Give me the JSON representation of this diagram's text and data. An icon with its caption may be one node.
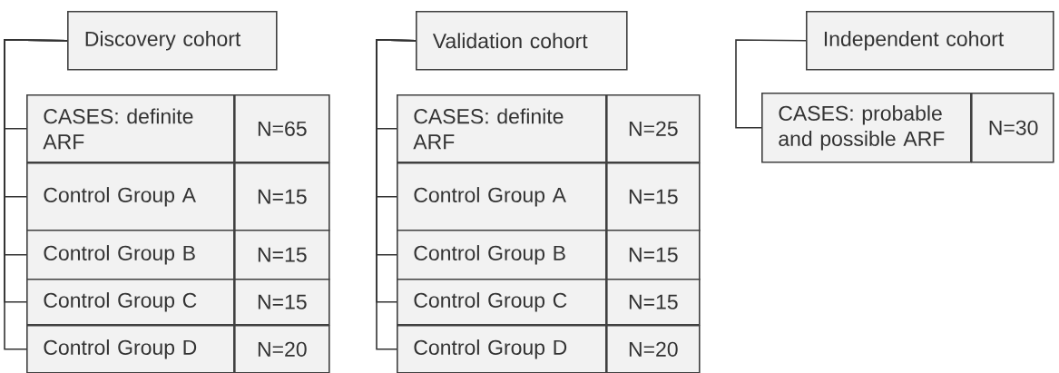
{
  "diagram": {
    "nodes": [
      {
        "text": [
          "Discovery cohort"
        ]
      },
      {
        "text": [
          "CASES: definite ARF"
        ]
      },
      {
        "text": [
          "N=65"
        ]
      },
      {
        "text": [
          "Control Group A"
        ]
      },
      {
        "text": [
          "N=15"
        ]
      },
      {
        "text": [
          "Control Group B"
        ]
      },
      {
        "text": [
          "N=15"
        ]
      },
      {
        "text": [
          "Control Group C"
        ]
      },
      {
        "text": [
          "N=15"
        ]
      },
      {
        "text": [
          "Control Group D"
        ]
      },
      {
        "text": [
          "N=20"
        ]
      },
      {
        "text": [
          "Validation cohort"
        ]
      },
      {
        "text": [
          "CASES: definite ARF"
        ]
      },
      {
        "text": [
          "N=25"
        ]
      },
      {
        "text": [
          "Control Group A"
        ]
      },
      {
        "text": [
          "N=15"
        ]
      },
      {
        "text": [
          "Control Group B"
        ]
      },
      {
        "text": [
          "N=15"
        ]
      },
      {
        "text": [
          "Control Group C"
        ]
      },
      {
        "text": [
          "N=15"
        ]
      },
      {
        "text": [
          "Control Group D"
        ]
      },
      {
        "text": [
          "N=20"
        ]
      },
      {
        "text": [
          "Independent cohort"
        ]
      },
      {
        "text": [
          "CASES: probable and possible ARF"
        ]
      },
      {
        "text": [
          "N=30"
        ]
      }
    ],
    "edges": [
      {
        "from": 0,
        "to": 1,
        "arrow": "none"
      },
      {
        "from": 0,
        "to": 3,
        "arrow": "none"
      },
      {
        "from": 0,
        "to": 5,
        "arrow": "none"
      },
      {
        "from": 0,
        "to": 7,
        "arrow": "none"
      },
      {
        "from": 0,
        "to": 9,
        "arrow": "none"
      },
      {
        "from": 11,
        "to": 12,
        "arrow": "none"
      },
      {
        "from": 11,
        "to": 14,
        "arrow": "none"
      },
      {
        "from": 11,
        "to": 16,
        "arrow": "none"
      },
      {
        "from": 11,
        "to": 18,
        "arrow": "none"
      },
      {
        "from": 11,
        "to": 20,
        "arrow": "none"
      },
      {
        "from": 22,
        "to": 23,
        "arrow": "none"
      }
    ]
  }
}
